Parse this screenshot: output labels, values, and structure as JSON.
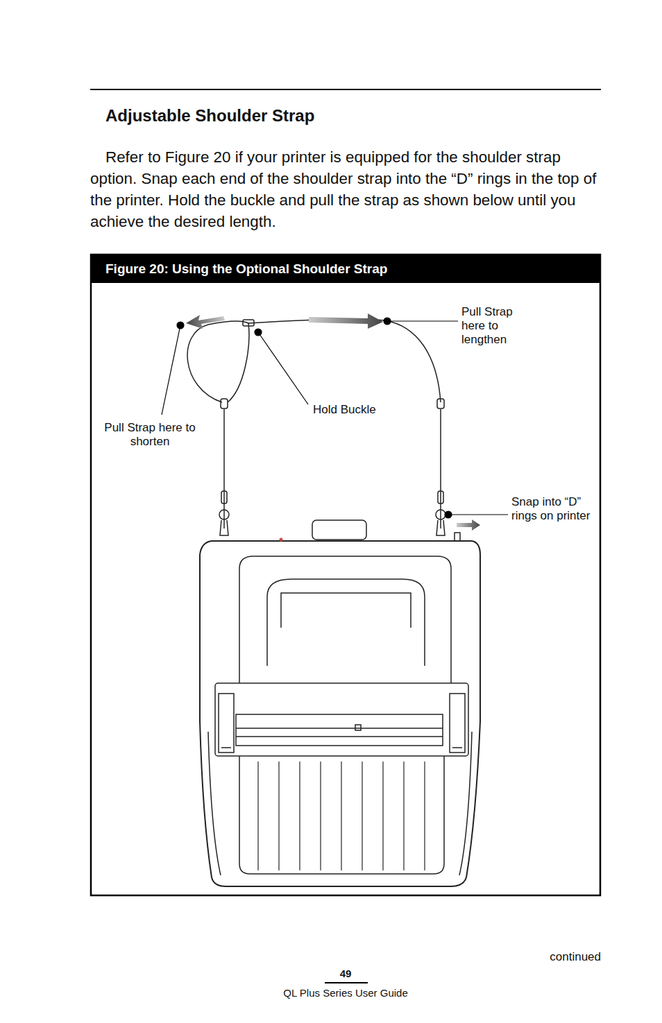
{
  "diagram": {
    "title": "Adjustable Shoulder Strap",
    "caption": "Figure 20: Using the Optional Shoulder Strap",
    "labels": [
      "Refer to Figure 20 if your printer is equipped for the shoulder strap option. Snap each end of the shoulder strap into the “D” rings in the top of the printer.  Hold the buckle and pull the strap as shown below until you achieve the desired length.",
      "Pull Strap here to lengthen",
      "Hold Buckle",
      "Pull Strap here to shorten",
      "Snap into “D” rings on printer",
      "continued",
      "49",
      "QL Plus Series User Guide"
    ]
  }
}
